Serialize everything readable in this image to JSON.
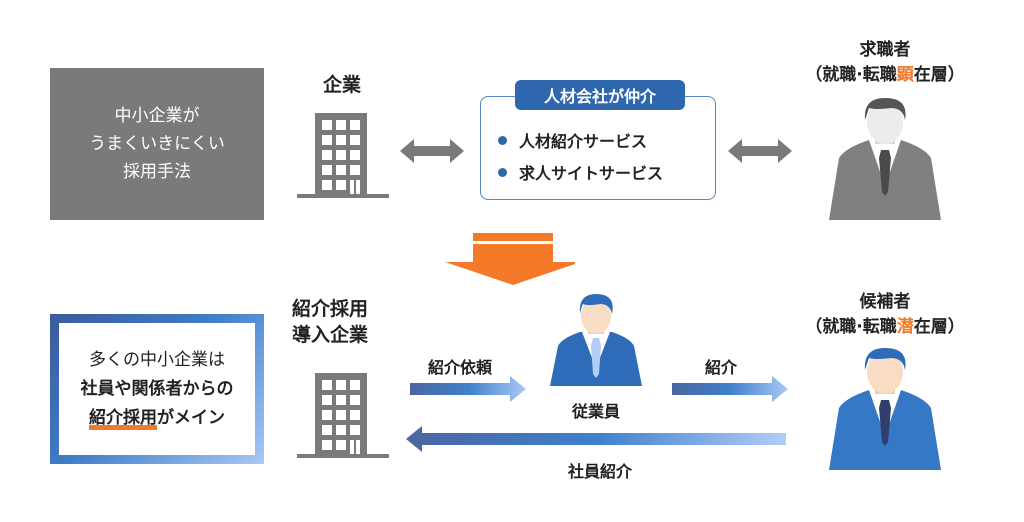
{
  "top": {
    "old_method_box": {
      "lines": [
        "中小企業が",
        "うまくいきにくい",
        "採用手法"
      ]
    },
    "company_label": "企業",
    "mediator": {
      "badge": "人材会社が仲介",
      "items": [
        "人材紹介サービス",
        "求人サイトサービス"
      ]
    },
    "job_seeker": {
      "title": "求職者",
      "subtitle_prefix": "（就職·転職",
      "subtitle_highlight": "顕",
      "subtitle_suffix": "在層）"
    }
  },
  "bottom": {
    "summary_box": {
      "line1": "多くの中小企業は",
      "line2": "社員や関係者からの",
      "line3_highlight": "紹介採用",
      "line3_rest": "がメイン"
    },
    "company_label_line1": "紹介採用",
    "company_label_line2": "導入企業",
    "request_label": "紹介依頼",
    "employee_label": "従業員",
    "referral_label": "紹介",
    "employee_referral_label": "社員紹介",
    "candidate": {
      "title": "候補者",
      "subtitle_prefix": "（就職·転職",
      "subtitle_highlight": "潜",
      "subtitle_suffix": "在層）"
    }
  },
  "colors": {
    "accent_orange": "#f07a2a",
    "brand_blue": "#2e67ad",
    "gray": "#7a7a7a"
  }
}
